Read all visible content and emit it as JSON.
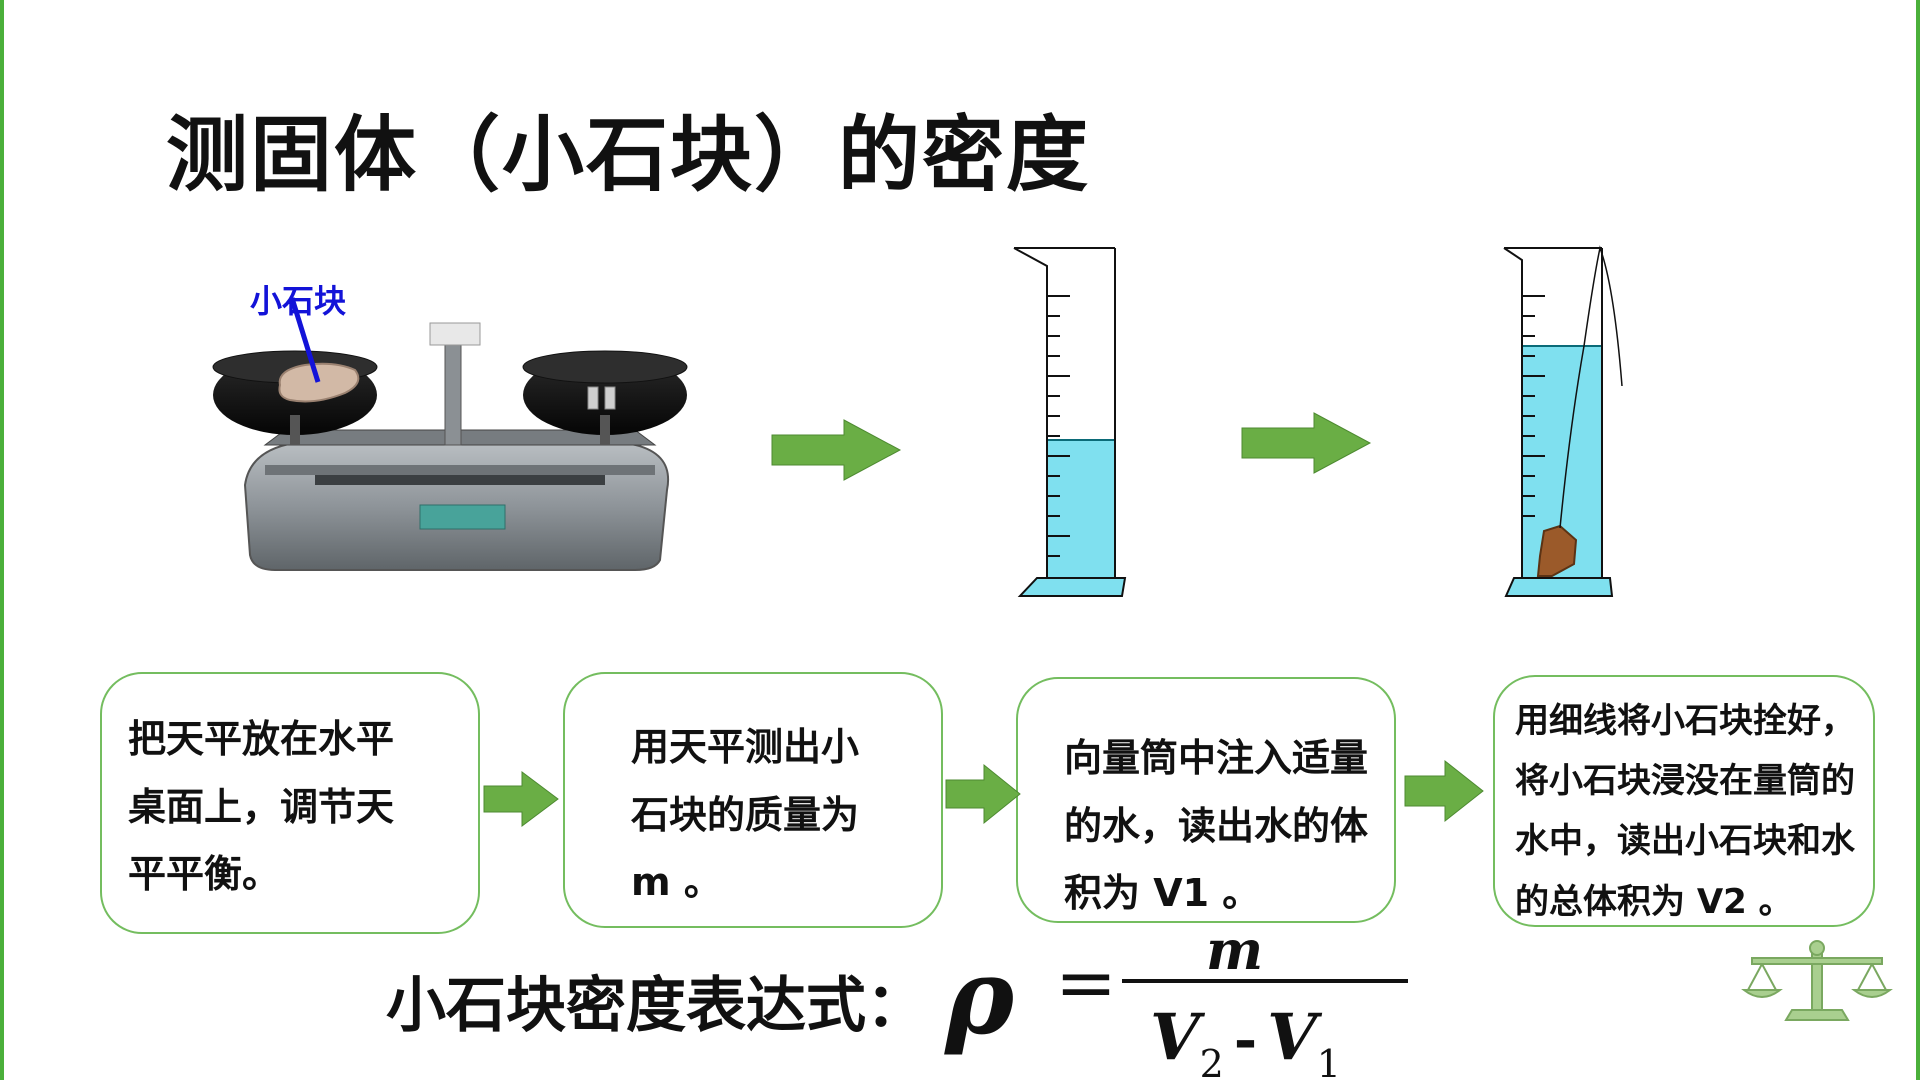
{
  "title": "测固体（小石块）的密度",
  "balance_label": "小石块",
  "steps": [
    "把天平放在水平\n桌面上，调节天\n平平衡。",
    "用天平测出小\n石块的质量为\nm 。",
    "向量筒中注入适量\n的水，读出水的体\n积为 V1 。",
    "用细线将小石块拴好，\n将小石块浸没在量筒的\n水中，读出小石块和水\n的总体积为 V2 。"
  ],
  "formula": {
    "label": "小石块密度表达式：",
    "rho": "ρ",
    "equals": "=",
    "numerator": "m",
    "denominator": {
      "v2": "V",
      "v2_sub": "2",
      "minus": "-",
      "v1": "V",
      "v1_sub": "1"
    }
  },
  "colors": {
    "arrow": "#6aae45",
    "box_border": "#74bd5f",
    "water": "#7fe0ef",
    "label_blue": "#1313d8",
    "frame": "#4bb03a",
    "stone": "#9b5a2a"
  },
  "icons": [
    "balance-scale-icon",
    "stone-icon",
    "graduated-cylinder-icon",
    "arrow-right-icon",
    "scale-logo-icon"
  ]
}
